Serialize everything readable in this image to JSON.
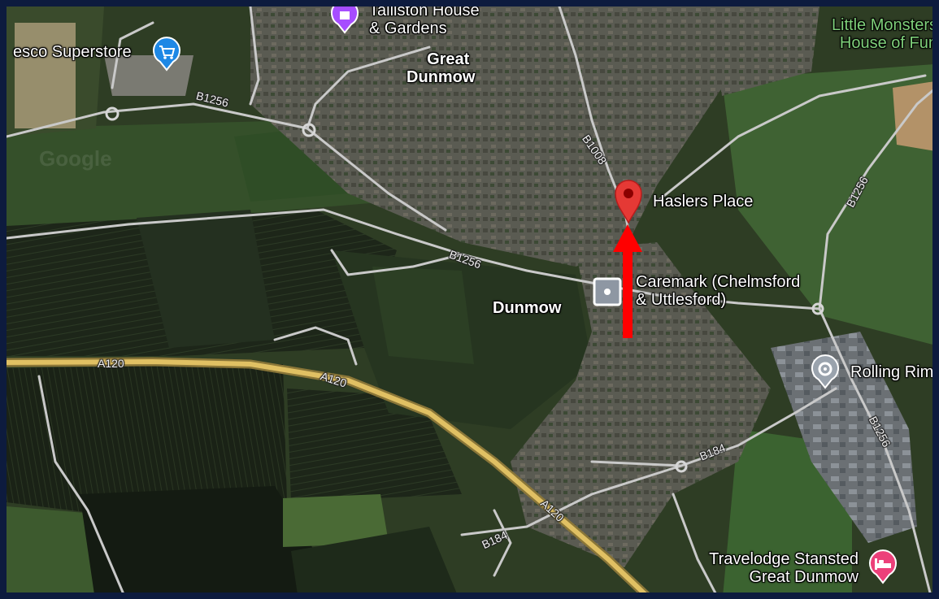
{
  "map": {
    "colors": {
      "farmland_dark": "#1b2317",
      "field_green": "#3d5a2e",
      "urban": "#5f6157",
      "major_road": "#d9b95c",
      "minor_road": "#c8c8c8",
      "pin_red": "#e53935",
      "arrow_red": "#ff0000",
      "shopping_blue": "#1e88e5",
      "hotel_pink": "#ec407a",
      "attraction_purple": "#a64dff"
    },
    "places": {
      "great_dunmow_line1": "Great",
      "great_dunmow_line2": "Dunmow",
      "dunmow": "Dunmow"
    },
    "pois": {
      "tesco": "esco Superstore",
      "gardens_line1": "Talliston House",
      "gardens_line2": "& Gardens",
      "little_monsters_line1": "Little Monsters",
      "little_monsters_line2": "House of Fun",
      "haslers": "Haslers Place",
      "caremark_line1": "Caremark (Chelmsford",
      "caremark_line2": "& Uttlesford)",
      "rolling_rims": "Rolling Rims",
      "travelodge_line1": "Travelodge Stansted",
      "travelodge_line2": "Great Dunmow"
    },
    "roads": {
      "b1256_west": "B1256",
      "b1256_mid": "B1256",
      "b1256_east": "B1256",
      "b1256_southeast": "B1256",
      "b1008": "B1008",
      "a120_west": "A120",
      "a120_mid": "A120",
      "a120_south": "A120",
      "b184_east": "B184",
      "b184_south": "B184"
    },
    "watermark": "Google",
    "icons": {
      "selected_pin": "map-pin-icon",
      "annotation_arrow": "arrow-up-icon",
      "shopping": "shopping-cart-icon",
      "attraction": "attraction-icon",
      "business": "business-icon",
      "generic_place": "place-icon",
      "hotel": "bed-icon"
    }
  }
}
